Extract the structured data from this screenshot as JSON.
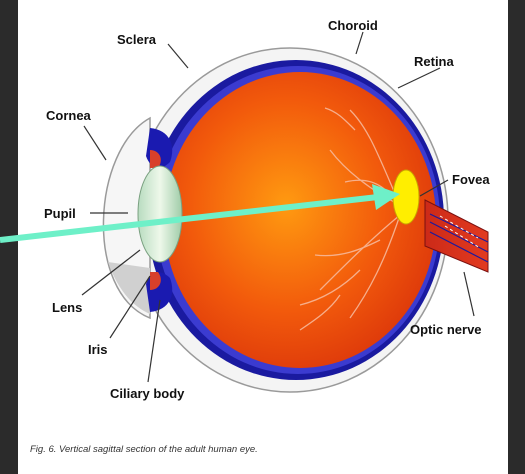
{
  "labels": {
    "sclera": "Sclera",
    "choroid": "Choroid",
    "retina": "Retina",
    "cornea": "Cornea",
    "pupil": "Pupil",
    "fovea": "Fovea",
    "lens": "Lens",
    "iris": "Iris",
    "optic_nerve": "Optic nerve",
    "ciliary_body": "Ciliary body"
  },
  "caption": "Fig. 6. Vertical sagittal section of the adult human eye.",
  "colors": {
    "arrow": "#6ef0c8",
    "vitreous": "#f04a10",
    "vitreous_dark": "#c82808",
    "choroid_band": "#1a1aa0",
    "fovea": "#ffee00",
    "lens": "#cde8c8"
  }
}
